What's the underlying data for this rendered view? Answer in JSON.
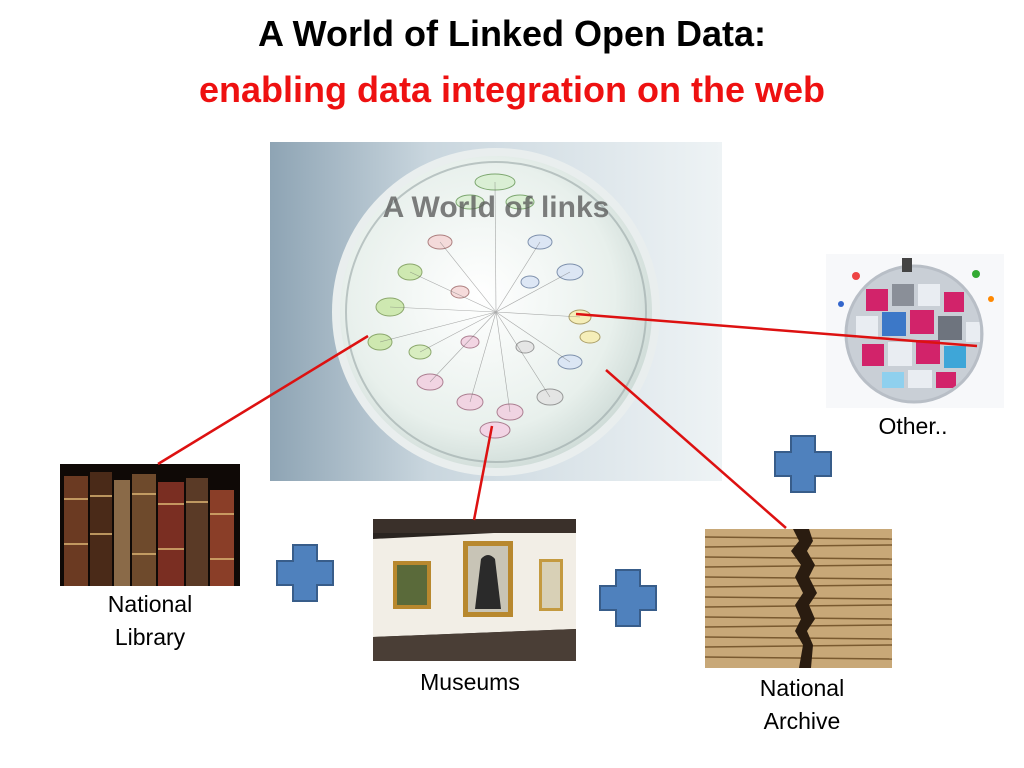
{
  "slide": {
    "title_line1": "A World of Linked Open Data:",
    "title_line2": "enabling data integration on the web",
    "title_color": "#000000",
    "subtitle_color": "#ee1111",
    "connector_color": "#dd1111",
    "plus_color": "#4f81bd"
  },
  "cloud_image": {
    "caption_in_image": "A World of links"
  },
  "nodes": {
    "other": "Other..",
    "library": "National\nLibrary",
    "museums": "Museums",
    "archive": "National\nArchive"
  }
}
